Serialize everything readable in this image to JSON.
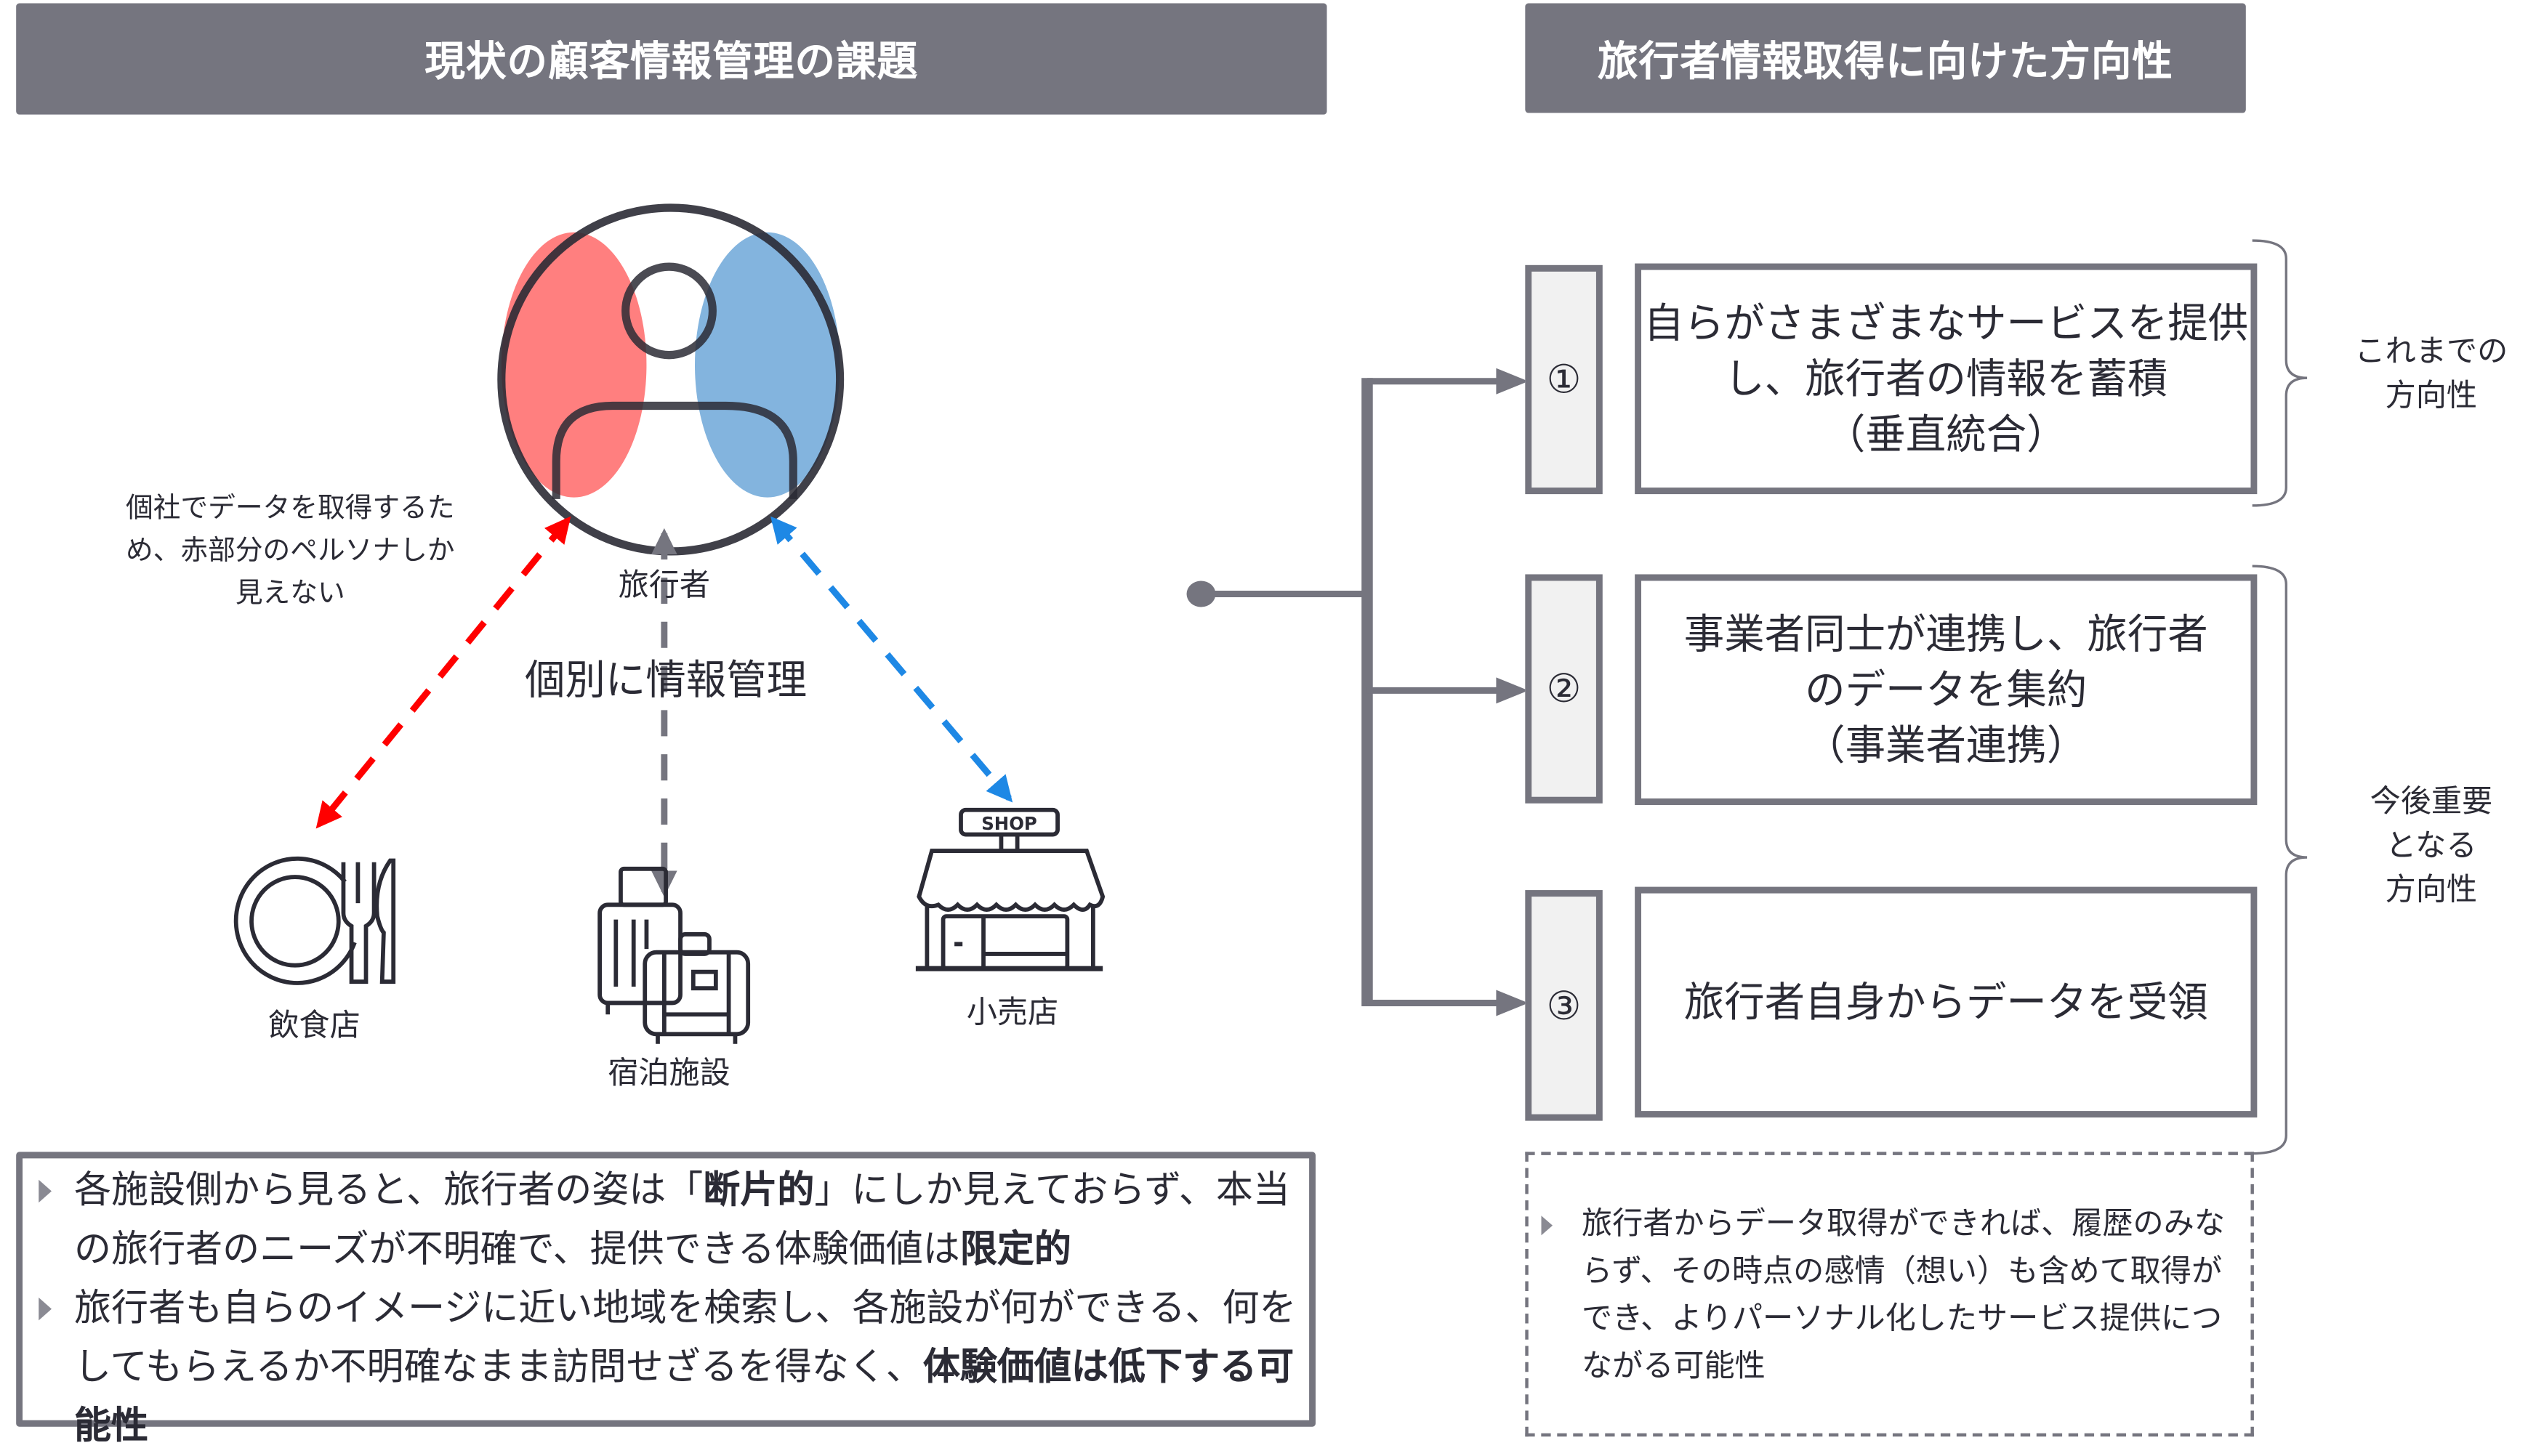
{
  "left_section": {
    "header": "現状の顧客情報管理の課題",
    "traveler_label": "旅行者",
    "annotation": [
      "個社でデータを取得するた",
      "め、赤部分のペルソナしか",
      "見えない"
    ],
    "center_label": "個別に情報管理",
    "facilities": [
      {
        "label": "飲食店",
        "icon": "plate-cutlery-icon"
      },
      {
        "label": "宿泊施設",
        "icon": "luggage-icon"
      },
      {
        "label": "小売店",
        "icon": "shop-icon",
        "sign": "SHOP"
      }
    ],
    "colors": {
      "red": "#ff0000",
      "blue": "#1e88e5",
      "gray": "#75757f",
      "red_fill": "#ff7f7f",
      "blue_fill": "#7fb3dc"
    },
    "issues": [
      {
        "parts": [
          {
            "text": "各施設側から見ると、旅行者の姿は「",
            "bold": false
          },
          {
            "text": "断片的",
            "bold": true
          },
          {
            "text": "」にしか見えておらず、本当の旅行者のニーズが不明確で、提供できる体験価値は",
            "bold": false
          },
          {
            "text": "限定的",
            "bold": true
          }
        ]
      },
      {
        "parts": [
          {
            "text": "旅行者も自らのイメージに近い地域を検索し、各施設が何ができる、何をしてもらえるか不明確なまま訪問せざるを得なく、",
            "bold": false
          },
          {
            "text": "体験価値は低下する可能性",
            "bold": true
          }
        ]
      }
    ]
  },
  "right_section": {
    "header": "旅行者情報取得に向けた方向性",
    "directions": [
      {
        "number": "①",
        "lines": [
          "自らがさまざまなサービスを提供",
          "し、旅行者の情報を蓄積",
          "（垂直統合）"
        ]
      },
      {
        "number": "②",
        "lines": [
          "事業者同士が連携し、旅行者",
          "のデータを集約",
          "（事業者連携）"
        ]
      },
      {
        "number": "③",
        "lines": [
          "旅行者自身からデータを受領"
        ]
      }
    ],
    "bracket_labels": [
      {
        "lines": [
          "これまでの",
          "方向性"
        ]
      },
      {
        "lines": [
          "今後重要",
          "となる",
          "方向性"
        ]
      }
    ],
    "note": "旅行者からデータ取得ができれば、履歴のみならず、その時点の感情（想い）も含めて取得ができ、よりパーソナル化したサービス提供につながる可能性"
  }
}
